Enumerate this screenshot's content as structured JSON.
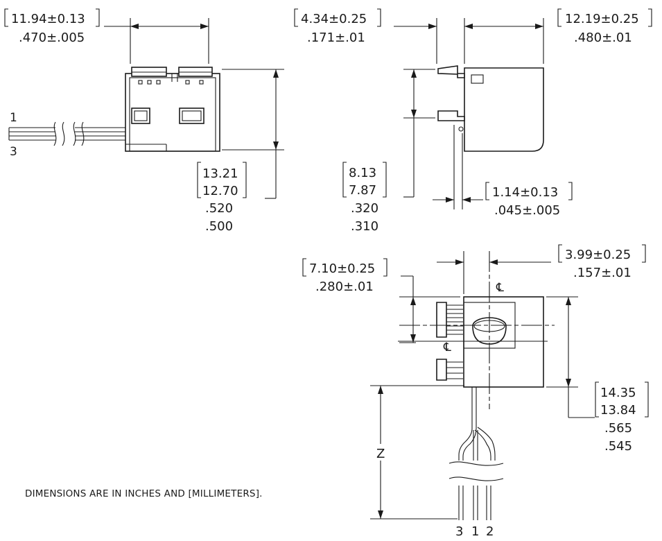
{
  "dims": {
    "width_top_left": {
      "mm": "11.94±0.13",
      "inch": ".470±.005"
    },
    "height_left": {
      "mm_max": "13.21",
      "mm_min": "12.70",
      "inch_max": ".520",
      "inch_min": ".500"
    },
    "offset_side": {
      "mm": "4.34±0.25",
      "inch": ".171±.01"
    },
    "width_side": {
      "mm": "12.19±0.25",
      "inch": ".480±.01"
    },
    "pin_span_side": {
      "mm_max": "8.13",
      "mm_min": "7.87",
      "inch_max": ".320",
      "inch_min": ".310"
    },
    "pin_thickness": {
      "mm": "1.14±0.13",
      "inch": ".045±.005"
    },
    "aperture_offset_front": {
      "mm": "7.10±0.25",
      "inch": ".280±.01"
    },
    "centerline_offset_front": {
      "mm": "3.99±0.25",
      "inch": ".157±.01"
    },
    "height_front": {
      "mm_max": "14.35",
      "mm_min": "13.84",
      "inch_max": ".565",
      "inch_min": ".545"
    },
    "lead_length_label": "Z"
  },
  "centerline_symbol": "℄",
  "wire_labels": {
    "top": "1",
    "bottom": "3"
  },
  "lead_labels": [
    "3",
    "1",
    "2"
  ],
  "note": "DIMENSIONS ARE IN INCHES AND [MILLIMETERS]."
}
